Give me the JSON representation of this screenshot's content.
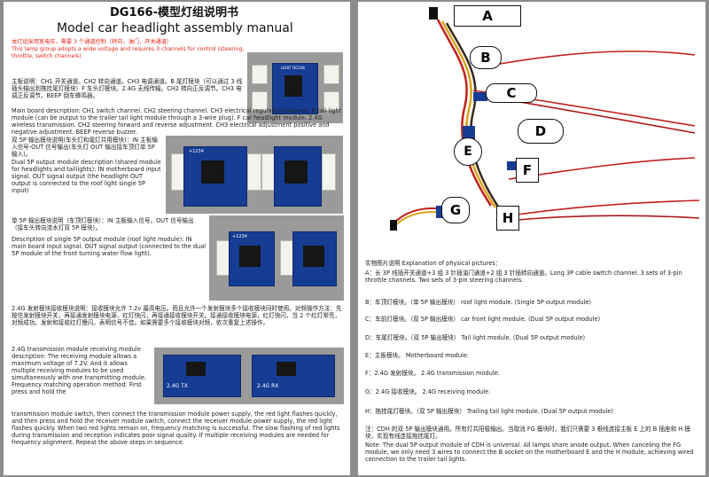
{
  "left": {
    "header": "DG166-模型灯组说明书",
    "title": "Model car headlight assembly manual",
    "red_cn": "本灯组采用宽电压，需要 3 个通道控制（转向，油门，开关通道）",
    "red_en": "This lamp group adopts a wide voltage and requires 3 channels for control (steering, throttle, switch channels)",
    "main_cn": "主板说明：CH1 开关通道。CH2 转向通道。CH3 电调通道。B 尾灯模块（可以通过 3 线插头输出到拖挂尾灯模块）F 车头灯模块。2.4G 无线传输。CH2 转向正反调节。CH3 电调正反调节。BEEP 倒车蜂鸣器。",
    "main_en": "Main board description: CH1 switch channel. CH2 steering channel. CH3 electrical regulation channel. B tail light module (can be output to the trailer tail light module through a 3-wire plug). F car headlight module. 2.4G wireless transmission. CH2 steering forward and reverse adjustment. CH3 electrical adjustment positive and negative adjustment. BEEP reverse buzzer.",
    "dual_cn": "双 5P 输出模块说明(车头灯和尾灯共用模块)：IN 主板输入信号-OUT 信号输出(车头灯 OUT 输出接车顶灯单 5P 输入)。",
    "dual_en": "Dual 5P output module description (shared module for headlights and taillights): IN motherboard input signal. OUT signal output (the headlight OUT output is connected to the roof light single 5P input)",
    "single_cn": "单 5P 输出模块说明（车顶灯模块）：IN 主板输入信号。OUT 信号输出（接车头转向流水灯双 5P 模块）。",
    "single_en": "Description of single 5P output module (roof light module): IN main board input signal. OUT signal output (connected to the dual 5P module of the front turning water flow light).",
    "rx_cn": "2.4G 发射模块接收模块说明：接收模块允许 7.2v 最高电压。而且允许一个发射模块多个接收模块同时使用。对频操作方法：先按住发射模块开关，再接通发射模块电源，红灯快闪，再接通接收模块开关。接通接收模块电源，红灯快闪，当 2 个红灯常亮，对频成功。发射和接收红灯慢闪，表明信号不佳。如果需要多个接收模块对频，依次重复上述操作。",
    "rx_en_col": "2.4G transmission module receiving module description: The receiving module allows a maximum voltage of 7.2V. And it allows multiple receiving modules to be used simultaneously with one transmitting module. Frequency matching operation method: First press and hold the",
    "rx_en_full": "transmission module switch, then connect the transmission module power supply, the red light flashes quickly, and then press and hold the receiver module switch, connect the receiver module power supply, the red light flashes quickly. When two red lights remain on, frequency matching is successful. The slow flashing of red lights during transmission and reception indicates poor signal quality. If multiple receiving modules are needed for frequency alignment. Repeat the above steps in sequence.",
    "pcb_main_text": "LIGHT DG166",
    "pcb_dual_label": "+1234",
    "pcb_single_label": "+1234",
    "pcb_tx_label": "2.4G TX",
    "pcb_rx_label": "2.4G RX"
  },
  "right": {
    "callouts": [
      "A",
      "B",
      "C",
      "D",
      "E",
      "F",
      "G",
      "H"
    ],
    "caption_title": "实物图片说明 Explanation of physical pictures：",
    "caption_a": "A：长 3P 线插开关通道+3 组 3 针插油门通道+2 组 3 针插转向通道。Long 3P cable switch channel. 3 sets of 3-pin throttle channels. Two sets of 3-pin steering channels.",
    "items": [
      "B：车顶灯模块。（单 5P 输出模块） roof light module. (Single 5P output module)",
      "C：车前灯模块。（双 5P 输出模块） car front light module. (Dual 5P output module)",
      "D：车尾灯模块。（双 5P 输出模块） Tail light module. (Dual 5P output module)",
      "E：主板模块。 Motherboard module.",
      "F：2.4G 发射模块。 2.4G transmission module.",
      "G：2.4G 接收模块。 2.4G receiving module.",
      "H：拖挂尾灯模块。（双 5P 输出模块） Trailing tail light module. (Dual 5P output module)"
    ],
    "note_cn": "注：CDH 的双 5P 输出模块通用。所有灯共阳极输出。当取消 FG 模块时，我们只需要 3 根线连接主板 E 上的 B 插座和 H 模块，实现有线连接拖挂尾灯。",
    "note_en": "Note: The dual 5P output module of CDH is universal. All lamps share anode output. When canceling the FG module, we only need 3 wires to connect the B socket on the motherboard E and the H module, achieving wired connection to the trailer tail lights."
  },
  "colors": {
    "red": "#e0281c",
    "pcb": "#163c93",
    "wire_red": "#c0201a",
    "wire_yellow": "#d9a21a"
  }
}
